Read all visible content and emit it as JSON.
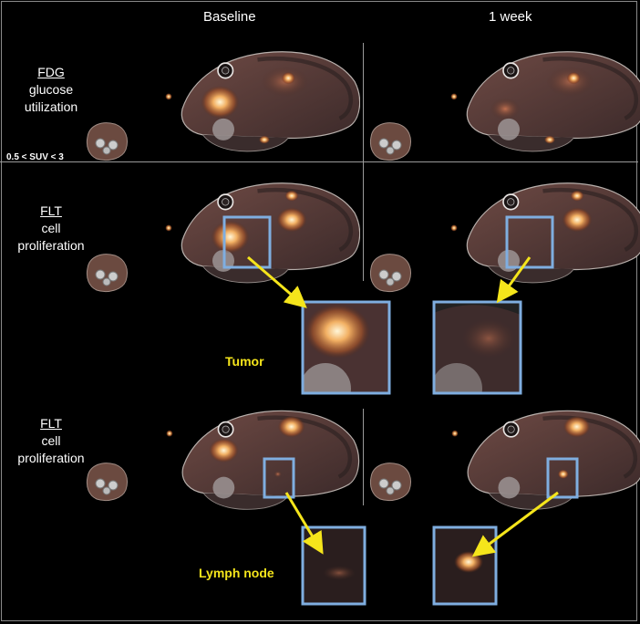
{
  "columns": {
    "baseline": "Baseline",
    "week1": "1 week"
  },
  "rows": [
    {
      "tracer": "FDG",
      "description_line1": "glucose",
      "description_line2": "utilization"
    },
    {
      "tracer": "FLT",
      "description_line1": "cell",
      "description_line2": "proliferation"
    },
    {
      "tracer": "FLT",
      "description_line1": "cell",
      "description_line2": "proliferation"
    }
  ],
  "scale_label": "0.5 < SUV < 3",
  "callouts": {
    "tumor": "Tumor",
    "lymph_node": "Lymph node"
  },
  "colors": {
    "arrow": "#f5e51b",
    "roi_box": "#7faee0",
    "callout_text": "#f5e51b"
  }
}
